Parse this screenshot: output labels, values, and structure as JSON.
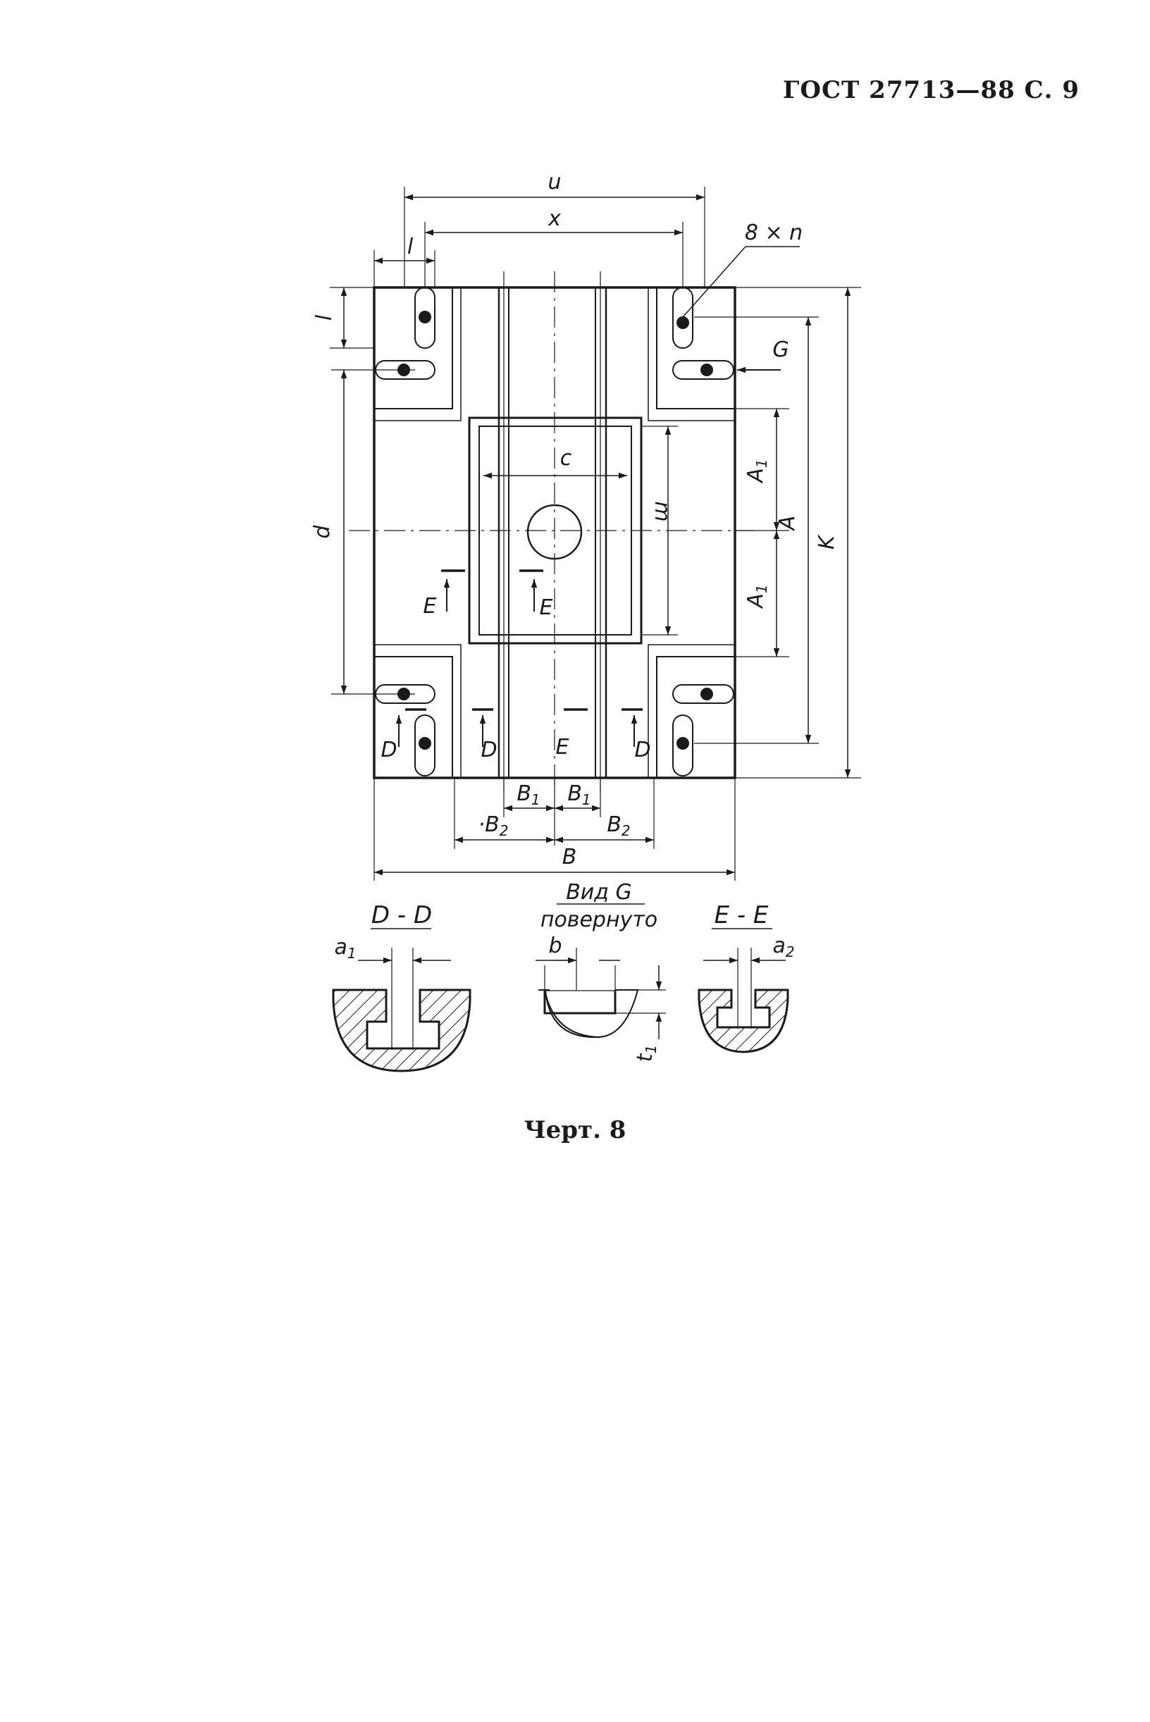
{
  "document": {
    "header": "ГОСТ 27713—88 С. 9",
    "caption": "Черт. 8"
  },
  "drawing": {
    "dims": {
      "u": "u",
      "x": "x",
      "l_top": "l",
      "l_side": "l",
      "n": "8 × n",
      "G": "G",
      "c": "c",
      "m": "m",
      "d": "d",
      "A1_top": "A",
      "A1_bottom": "A",
      "A1_sub": "1",
      "A": "A",
      "K": "K",
      "B1_sub": "1",
      "B2_sub": "2",
      "B1_left": "B",
      "B1_right": "B",
      "B2_left": "·B",
      "B2_right": "B",
      "B": "B"
    },
    "section_marks": {
      "E_left": "E",
      "E_center": "E",
      "E_bottom": "E",
      "D_left": "D",
      "D_mid": "D",
      "D_right": "D"
    },
    "views": {
      "dd_title": "D - D",
      "a1": "a",
      "a1_sub": "1",
      "view_g_title": "Вид G",
      "view_g_sub": "повернуто",
      "b": "b",
      "t1": "t",
      "t1_sub": "1",
      "ee_title": "E - E",
      "a2": "a",
      "a2_sub": "2"
    }
  }
}
